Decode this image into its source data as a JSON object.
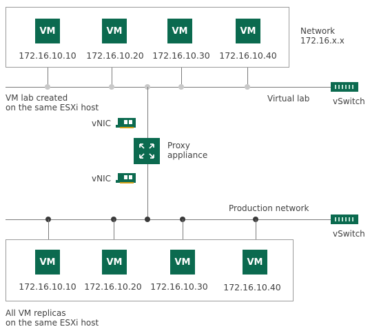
{
  "top_group": {
    "vms": [
      {
        "label": "VM",
        "ip": "172.16.10.10"
      },
      {
        "label": "VM",
        "ip": "172.16.10.20"
      },
      {
        "label": "VM",
        "ip": "172.16.10.30"
      },
      {
        "label": "VM",
        "ip": "172.16.10.40"
      }
    ],
    "network_label_line1": "Network",
    "network_label_line2": "172.16.x.x",
    "caption_line1": "VM lab created",
    "caption_line2": "on the same ESXi host"
  },
  "virtual_lab": {
    "label": "Virtual lab",
    "switch_label": "vSwitch"
  },
  "proxy": {
    "label_line1": "Proxy",
    "label_line2": "appliance",
    "nic_top": "vNIC",
    "nic_bottom": "vNIC"
  },
  "production": {
    "label": "Production network",
    "switch_label": "vSwitch"
  },
  "bottom_group": {
    "vms": [
      {
        "label": "VM",
        "ip": "172.16.10.10"
      },
      {
        "label": "VM",
        "ip": "172.16.10.20"
      },
      {
        "label": "VM",
        "ip": "172.16.10.30"
      },
      {
        "label": "VM",
        "ip": "172.16.10.40"
      }
    ],
    "caption_line1": "All VM replicas",
    "caption_line2": "on the same ESXi host"
  },
  "colors": {
    "accent": "#0b6a4f",
    "line": "#7a7a7a"
  }
}
